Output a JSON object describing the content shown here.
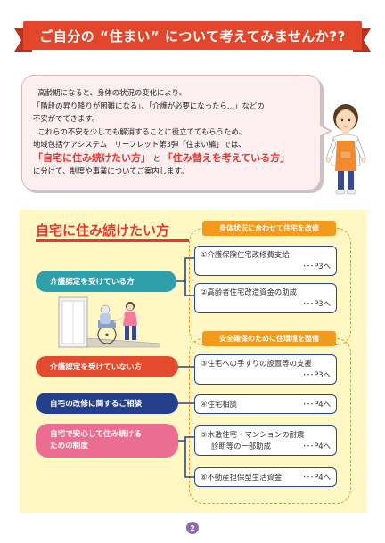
{
  "banner": {
    "title": "ご自分の “住まい” について考えてみませんか??"
  },
  "intro": {
    "line1": "高齢期になると、身体の状況の変化により、",
    "line2": "「階段の昇り降りが困難になる」、「介護が必要になったら…」などの",
    "line3": "不安がでてきます。",
    "line4": "これらの不安を少しでも解消することに役立ててもらうため、",
    "line5": "地域包括ケアシステム　リーフレット第3弾「住まい編」では、",
    "highlight1": "「自宅に住み続けたい方」",
    "conj": "と",
    "highlight2": "「住み替えを考えている方」",
    "line7": "に分けて、制度や事業についてご案内します。"
  },
  "section": {
    "title": "自宅に住み続けたい方",
    "buttons": {
      "kaigo_yes": "介護認定を受けている方",
      "kaigo_no": "介護認定を受けていない方",
      "consult": "自宅の改修に関するご相談",
      "anshin_1": "自宅で安心して住み続ける",
      "anshin_2": "ための制度"
    },
    "group1_heading": "身体状況に合わせて住宅を改修",
    "group2_heading": "安全確保のために住環境を整備",
    "items": {
      "i1_text": "①介護保険住宅改修費支給",
      "i1_page": "･･･P3へ",
      "i2_text": "②高齢者住宅改造資金の助成",
      "i2_page": "･･･P3へ",
      "i3_text": "③住宅への手すりの設置等の支援",
      "i3_page": "･･･P3へ",
      "i4_text": "④住宅相談",
      "i4_page": "･･･P4へ",
      "i5_text1": "⑤木造住宅・マンションの耐震",
      "i5_text2": "診断等の一部助成",
      "i5_page": "･･･P4へ",
      "i6_text": "⑥不動産担保型生活資金",
      "i6_page": "･･･P4へ"
    }
  },
  "page_number": "2",
  "colors": {
    "banner": "#e2472c",
    "accent_red": "#e43a2f",
    "teal": "#2f9fa9",
    "navy": "#24408c",
    "pink": "#ec6d92",
    "orange": "#f29a1c",
    "panel_bg": "#fff7c4"
  }
}
